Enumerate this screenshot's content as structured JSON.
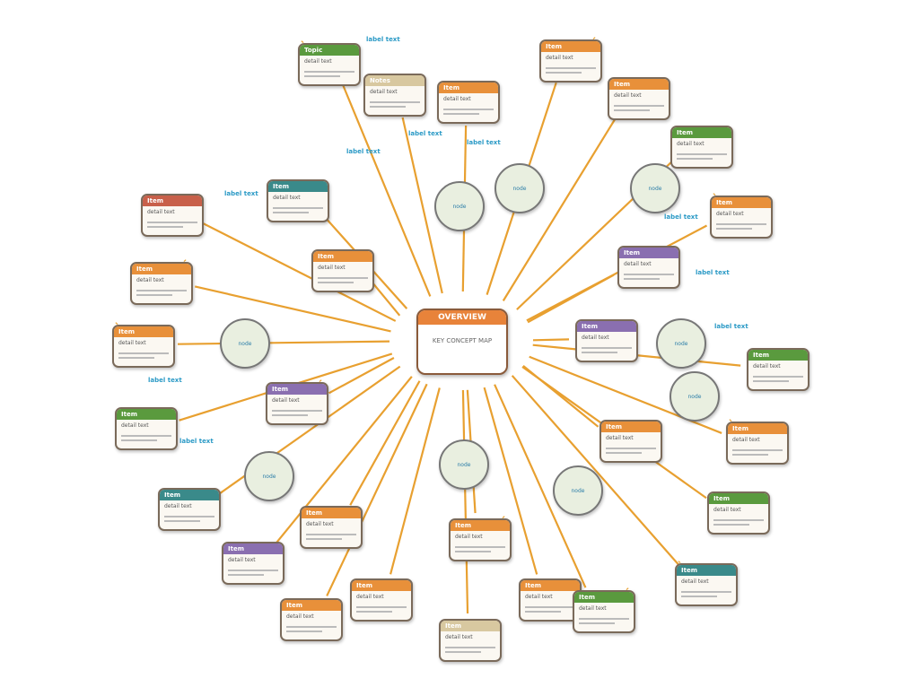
{
  "center": {
    "title": "OVERVIEW",
    "subtitle": "KEY CONCEPT MAP"
  },
  "colors": {
    "orange": "#e8903a",
    "green": "#5a9a3e",
    "purple": "#8a6fb0",
    "teal": "#3a8a8a",
    "red": "#c8604a",
    "beige": "#d8c8a0",
    "line": "#e8a030"
  },
  "nodes": [
    {
      "title": "Topic",
      "body": "detail text"
    },
    {
      "title": "Notes",
      "body": "detail text"
    },
    {
      "title": "Item",
      "body": "detail text"
    },
    {
      "title": "Item",
      "body": "detail text"
    },
    {
      "title": "Item",
      "body": "detail text"
    },
    {
      "title": "Item",
      "body": "detail text"
    },
    {
      "title": "Item",
      "body": "detail text"
    },
    {
      "title": "Item",
      "body": "detail text"
    },
    {
      "title": "Item",
      "body": "detail text"
    },
    {
      "title": "Item",
      "body": "detail text"
    },
    {
      "title": "Item",
      "body": "detail text"
    },
    {
      "title": "Item",
      "body": "detail text"
    },
    {
      "title": "Item",
      "body": "detail text"
    },
    {
      "title": "Item",
      "body": "detail text"
    },
    {
      "title": "Item",
      "body": "detail text"
    },
    {
      "title": "Item",
      "body": "detail text"
    },
    {
      "title": "Item",
      "body": "detail text"
    },
    {
      "title": "Item",
      "body": "detail text"
    },
    {
      "title": "Item",
      "body": "detail text"
    },
    {
      "title": "Item",
      "body": "detail text"
    },
    {
      "title": "Item",
      "body": "detail text"
    },
    {
      "title": "Item",
      "body": "detail text"
    },
    {
      "title": "Item",
      "body": "detail text"
    },
    {
      "title": "Item",
      "body": "detail text"
    },
    {
      "title": "Item",
      "body": "detail text"
    },
    {
      "title": "Item",
      "body": "detail text"
    },
    {
      "title": "Item",
      "body": "detail text"
    },
    {
      "title": "Item",
      "body": "detail text"
    },
    {
      "title": "Item",
      "body": "detail text"
    },
    {
      "title": "Item",
      "body": "detail text"
    }
  ],
  "circles": [
    "node",
    "node",
    "node",
    "node",
    "node",
    "node",
    "node",
    "node",
    "node"
  ],
  "annotations": [
    "label text",
    "label text",
    "label text",
    "label text",
    "label text",
    "label text",
    "label text",
    "label text",
    "label text",
    "label text"
  ]
}
